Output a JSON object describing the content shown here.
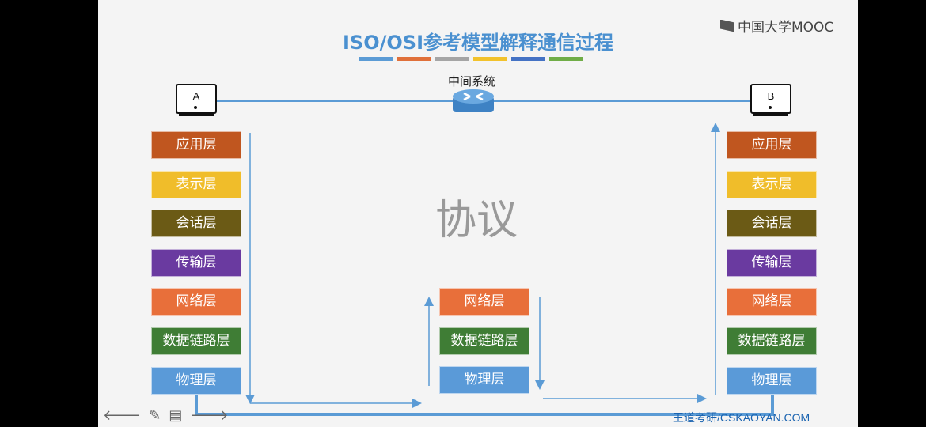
{
  "title": "ISO/OSI参考模型解释通信过程",
  "title_bar_colors": [
    "#5b9bd5",
    "#e0703a",
    "#a5a5a5",
    "#f2c22c",
    "#4472c4",
    "#70ad47"
  ],
  "logo": {
    "text": "中国大学MOOC"
  },
  "middle_system_label": "中间系统",
  "host_a": {
    "label": "A"
  },
  "host_b": {
    "label": "B"
  },
  "protocol_text": "协议",
  "left_stack": [
    {
      "label": "应用层",
      "color": "#c0561f"
    },
    {
      "label": "表示层",
      "color": "#f0bd2a"
    },
    {
      "label": "会话层",
      "color": "#6b5a15"
    },
    {
      "label": "传输层",
      "color": "#6a3aa0"
    },
    {
      "label": "网络层",
      "color": "#e86f3a"
    },
    {
      "label": "数据链路层",
      "color": "#3f7d35"
    },
    {
      "label": "物理层",
      "color": "#5a9ad8"
    }
  ],
  "middle_stack": [
    {
      "label": "网络层",
      "color": "#e86f3a"
    },
    {
      "label": "数据链路层",
      "color": "#3f7d35"
    },
    {
      "label": "物理层",
      "color": "#5a9ad8"
    }
  ],
  "right_stack": [
    {
      "label": "应用层",
      "color": "#c0561f"
    },
    {
      "label": "表示层",
      "color": "#f0bd2a"
    },
    {
      "label": "会话层",
      "color": "#6b5a15"
    },
    {
      "label": "传输层",
      "color": "#6a3aa0"
    },
    {
      "label": "网络层",
      "color": "#e86f3a"
    },
    {
      "label": "数据链路层",
      "color": "#3f7d35"
    },
    {
      "label": "物理层",
      "color": "#5a9ad8"
    }
  ],
  "watermark": "王道考研/CSKAOYAN.COM",
  "toolbar_icons": [
    "back-arrow-icon",
    "pen-icon",
    "menu-icon",
    "forward-arrow-icon"
  ],
  "line_color": "#5b9bd5"
}
